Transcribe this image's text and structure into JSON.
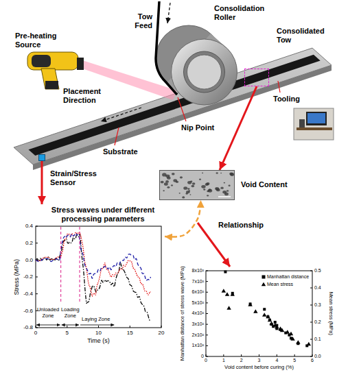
{
  "diagram": {
    "nodes": [
      {
        "text": [
          "Consolidated Tow"
        ]
      },
      {
        "text": [
          "Strain/Stress Sensor"
        ]
      },
      {
        "text": [
          "Void Content"
        ]
      },
      {
        "text": [
          "Stress waves under different processing parameters"
        ]
      }
    ],
    "edges": [
      {
        "from": 0,
        "to": 2,
        "arrow": "to"
      },
      {
        "from": 1,
        "to": 3,
        "arrow": "to"
      },
      {
        "from": 3,
        "to": 2,
        "arrow": "both"
      }
    ],
    "labels": [
      "Tow Feed",
      "Consolidation Roller",
      "Pre-heating Source",
      "Placement Direction",
      "Nip Point",
      "Tooling",
      "Substrate",
      "Relationship",
      "Stress (MPa)",
      "0.4",
      "0.2",
      "0.0",
      "-0.2",
      "-0.4",
      "-0.6",
      "-0.8",
      "0",
      "5",
      "10",
      "15",
      "20",
      "Time (s)",
      "Unloaded Zone",
      "Loading Zone",
      "Laying Zone",
      "Manhattan distance of stress wave (MPa)",
      "0",
      "1x10²",
      "2x10²",
      "3x10²",
      "4x10²",
      "5x10²",
      "6x10²",
      "7x10²",
      "8x10²",
      "Mean stress (MPa)",
      "0.0",
      "0.1",
      "0.2",
      "0.3",
      "0.4",
      "0.5",
      "0",
      "1",
      "2",
      "3",
      "4",
      "5",
      "6",
      "Void content before curing (%)"
    ],
    "legend": [
      {
        "text": "Manhattan distance"
      },
      {
        "text": "Mean stress"
      }
    ]
  }
}
